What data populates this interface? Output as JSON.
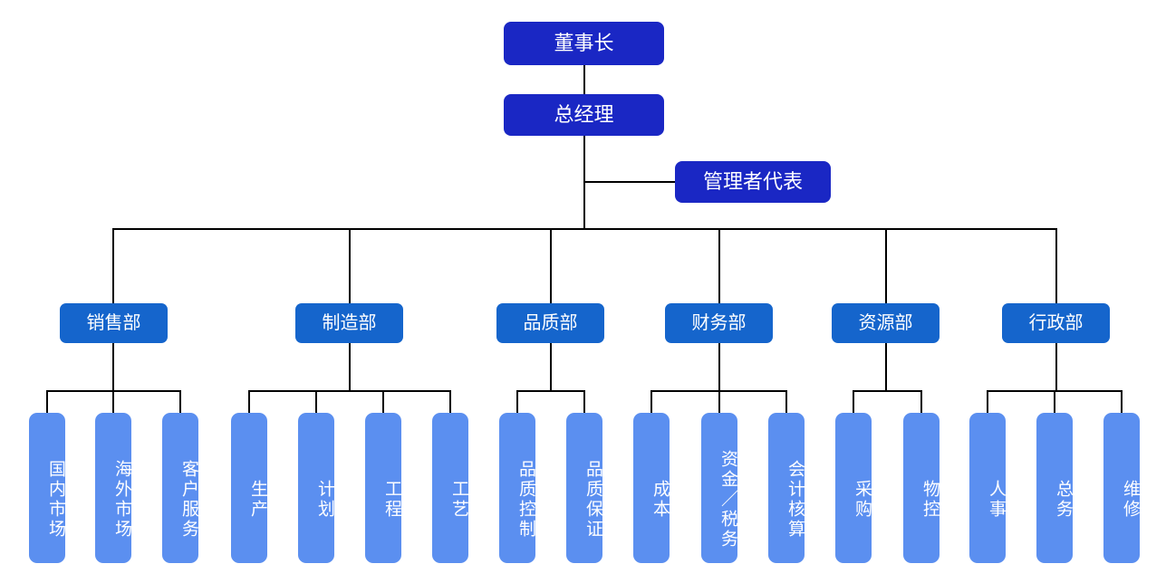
{
  "diagram": {
    "type": "organization-chart",
    "title": "",
    "orientation": "top-down",
    "colors": {
      "executive_box": "#1a27c4",
      "department_box": "#1565cc",
      "unit_box": "#5b8ff0",
      "connector_line": "#000000",
      "text": "#ffffff",
      "background": "#ffffff"
    },
    "executives": [
      {
        "id": "chairman",
        "label": "董事长",
        "level": 1
      },
      {
        "id": "general-manager",
        "label": "总经理",
        "level": 2
      },
      {
        "id": "management-representative",
        "label": "管理者代表",
        "level": 3
      }
    ],
    "departments": [
      {
        "id": "sales",
        "label": "销售部",
        "units": [
          {
            "id": "domestic-market",
            "label": "国内市场"
          },
          {
            "id": "overseas-market",
            "label": "海外市场"
          },
          {
            "id": "customer-service",
            "label": "客户服务"
          }
        ]
      },
      {
        "id": "manufacturing",
        "label": "制造部",
        "units": [
          {
            "id": "production",
            "label": "生产"
          },
          {
            "id": "planning",
            "label": "计划"
          },
          {
            "id": "engineering",
            "label": "工程"
          },
          {
            "id": "process",
            "label": "工艺"
          }
        ]
      },
      {
        "id": "quality",
        "label": "品质部",
        "units": [
          {
            "id": "quality-control",
            "label": "品质控制"
          },
          {
            "id": "quality-assurance",
            "label": "品质保证"
          }
        ]
      },
      {
        "id": "finance",
        "label": "财务部",
        "units": [
          {
            "id": "cost",
            "label": "成本"
          },
          {
            "id": "funds-tax",
            "label": "资金／税务"
          },
          {
            "id": "accounting",
            "label": "会计核算"
          }
        ]
      },
      {
        "id": "resources",
        "label": "资源部",
        "units": [
          {
            "id": "purchasing",
            "label": "采购"
          },
          {
            "id": "material-control",
            "label": "物控"
          }
        ]
      },
      {
        "id": "administration",
        "label": "行政部",
        "units": [
          {
            "id": "human-resources",
            "label": "人事"
          },
          {
            "id": "general-affairs",
            "label": "总务"
          },
          {
            "id": "maintenance",
            "label": "维修"
          }
        ]
      }
    ]
  }
}
